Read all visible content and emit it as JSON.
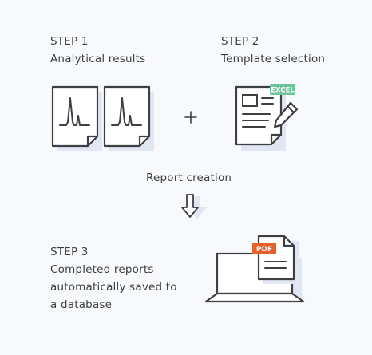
{
  "step1": {
    "title": "STEP 1",
    "desc": "Analytical results"
  },
  "step2": {
    "title": "STEP 2",
    "desc": "Template selection"
  },
  "process": {
    "label": "Report creation",
    "operator": "+"
  },
  "step3": {
    "title": "STEP 3",
    "desc_lines": [
      "Completed reports",
      "automatically saved to",
      "a database"
    ]
  },
  "badges": {
    "excel": "EXCEL",
    "pdf": "PDF"
  },
  "colors": {
    "background": "#f8f9fc",
    "stroke": "#3d3f45",
    "shadow": "#e0e6f2",
    "excel_badge": "#6dc49a",
    "pdf_badge": "#e5622d"
  },
  "icons": {
    "results": "chromatogram-document-icon",
    "template": "template-document-icon",
    "edit": "pencil-icon",
    "arrow": "down-arrow-icon",
    "output": "laptop-icon",
    "report": "pdf-document-icon"
  }
}
